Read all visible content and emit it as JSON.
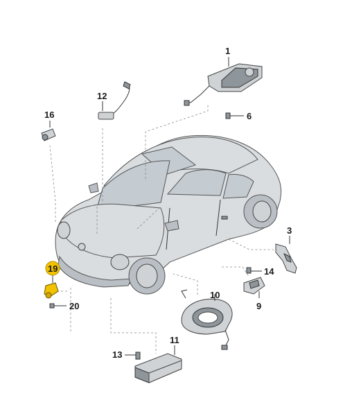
{
  "callouts": {
    "c1": "1",
    "c3": "3",
    "c6": "6",
    "c9": "9",
    "c10": "10",
    "c11": "11",
    "c12": "12",
    "c13": "13",
    "c14": "14",
    "c16": "16",
    "c19": "19",
    "c20": "20"
  },
  "colors": {
    "highlight": "#f2c200",
    "line": "#333333",
    "body": "#d9dde0"
  }
}
